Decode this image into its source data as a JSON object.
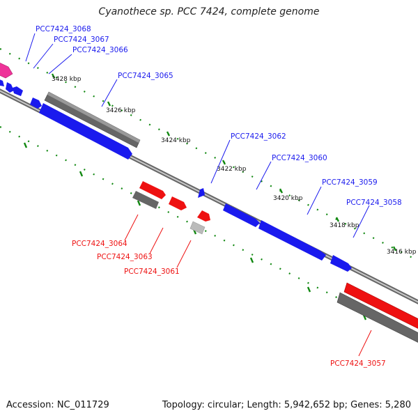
{
  "title": "Cyanothece sp. PCC 7424, complete genome",
  "footer": {
    "accession": "Accession: NC_011729",
    "summary": "Topology: circular; Length: 5,942,652 bp; Genes: 5,280"
  },
  "colors": {
    "forward": "#1a1aee",
    "reverse": "#ee1111",
    "pseudo": "#666666",
    "pink": "#ee3399",
    "tick": "#118811",
    "backbone": "#888888"
  },
  "kbp_labels": [
    "3428 kbp",
    "3426 kbp",
    "3424 kbp",
    "3422 kbp",
    "3420 kbp",
    "3418 kbp",
    "3416 kbp"
  ],
  "genes_forward": [
    "PCC7424_3068",
    "PCC7424_3067",
    "PCC7424_3066",
    "PCC7424_3065",
    "PCC7424_3062",
    "PCC7424_3060",
    "PCC7424_3059",
    "PCC7424_3058"
  ],
  "genes_reverse": [
    "PCC7424_3064",
    "PCC7424_3063",
    "PCC7424_3061",
    "PCC7424_3057"
  ]
}
